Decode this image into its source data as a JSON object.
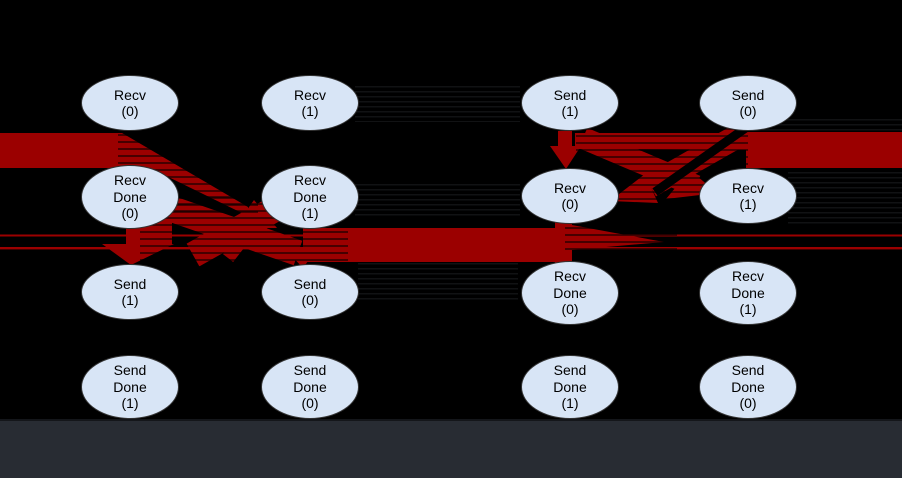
{
  "colors": {
    "bg": "#000000",
    "node_fill": "#d8e5f6",
    "node_stroke": "#333333",
    "edge_red": "#9b0000",
    "bar": "#282c33",
    "ink": "#000000"
  },
  "nodes": {
    "l_recv0": [
      "Recv",
      "(0)"
    ],
    "l_recv1": [
      "Recv",
      "(1)"
    ],
    "l_recvdone0": [
      "Recv",
      "Done",
      "(0)"
    ],
    "l_recvdone1": [
      "Recv",
      "Done",
      "(1)"
    ],
    "l_send1": [
      "Send",
      "(1)"
    ],
    "l_send0": [
      "Send",
      "(0)"
    ],
    "l_senddone1": [
      "Send",
      "Done",
      "(1)"
    ],
    "l_senddone0": [
      "Send",
      "Done",
      "(0)"
    ],
    "r_send1": [
      "Send",
      "(1)"
    ],
    "r_send0": [
      "Send",
      "(0)"
    ],
    "r_recv0": [
      "Recv",
      "(0)"
    ],
    "r_recv1": [
      "Recv",
      "(1)"
    ],
    "r_recvdone0": [
      "Recv",
      "Done",
      "(0)"
    ],
    "r_recvdone1": [
      "Recv",
      "Done",
      "(1)"
    ],
    "r_senddone1": [
      "Send",
      "Done",
      "(1)"
    ],
    "r_senddone0": [
      "Send",
      "Done",
      "(0)"
    ]
  },
  "red_arrows": [
    {
      "from": "wrap-in from left edge",
      "to": "Recv Done (1) [left group]",
      "style": "thick band"
    },
    {
      "from": "Recv Done (0) [left group]",
      "to": "Send (1) [left group]",
      "style": "thick vertical"
    },
    {
      "from": "Recv Done (0) [left group]",
      "to": "Send (0) [left group]",
      "style": "thick diagonal"
    },
    {
      "from": "Recv Done (1) [left group]",
      "to": "Send (1) [left group]",
      "style": "thick diagonal"
    },
    {
      "from": "Recv (0) [right group]",
      "to": "Send (0) [left group]",
      "style": "long thick band"
    },
    {
      "from": "Send (1) [right group]",
      "to": "Recv (0) [right group]",
      "style": "vertical"
    },
    {
      "from": "Send (1) [right group]",
      "to": "Recv (1) [right group]",
      "style": "thick diagonal"
    },
    {
      "from": "Send (0) [right group]",
      "to": "Recv (0) [right group]",
      "style": "thick diagonal"
    },
    {
      "from": "Send (0) [right group]",
      "to": "wrap-out off right edge",
      "style": "thick band"
    },
    {
      "from": "left edge",
      "to": "right edge",
      "style": "two thin wrap lines"
    }
  ]
}
